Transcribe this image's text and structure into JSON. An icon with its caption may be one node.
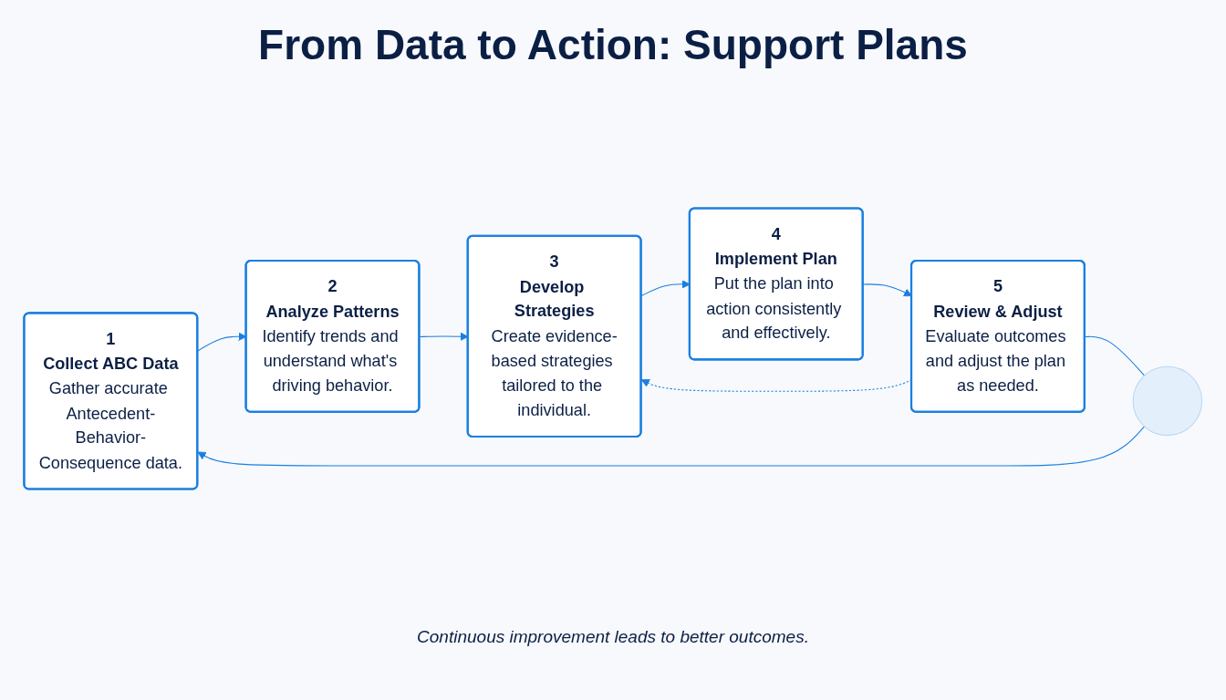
{
  "diagram": {
    "title": "From Data to Action: Support Plans",
    "caption": "Continuous improvement leads to better outcomes.",
    "nodes": [
      {
        "text": [
          "1",
          "Collect ABC Data",
          "Gather accurate Antecedent-Behavior-Consequence data."
        ]
      },
      {
        "text": [
          "2",
          "Analyze Patterns",
          "Identify trends and understand what's driving behavior."
        ]
      },
      {
        "text": [
          "3",
          "Develop Strategies",
          "Create evidence-based strategies tailored to the individual."
        ]
      },
      {
        "text": [
          "4",
          "Implement Plan",
          "Put the plan into action consistently and effectively."
        ]
      },
      {
        "text": [
          "5",
          "Review & Adjust",
          "Evaluate outcomes and adjust the plan as needed."
        ]
      },
      {
        "text": [],
        "shape": "circle"
      }
    ],
    "edges": [
      {
        "from": 0,
        "to": 1,
        "arrow": "to"
      },
      {
        "from": 1,
        "to": 2,
        "arrow": "to"
      },
      {
        "from": 2,
        "to": 3,
        "arrow": "to"
      },
      {
        "from": 3,
        "to": 4,
        "arrow": "to"
      },
      {
        "from": 4,
        "to": 5,
        "arrow": "none"
      },
      {
        "from": 5,
        "to": 0,
        "arrow": "to"
      },
      {
        "from": 4,
        "to": 2,
        "arrow": "to",
        "style": "dashed"
      }
    ]
  }
}
